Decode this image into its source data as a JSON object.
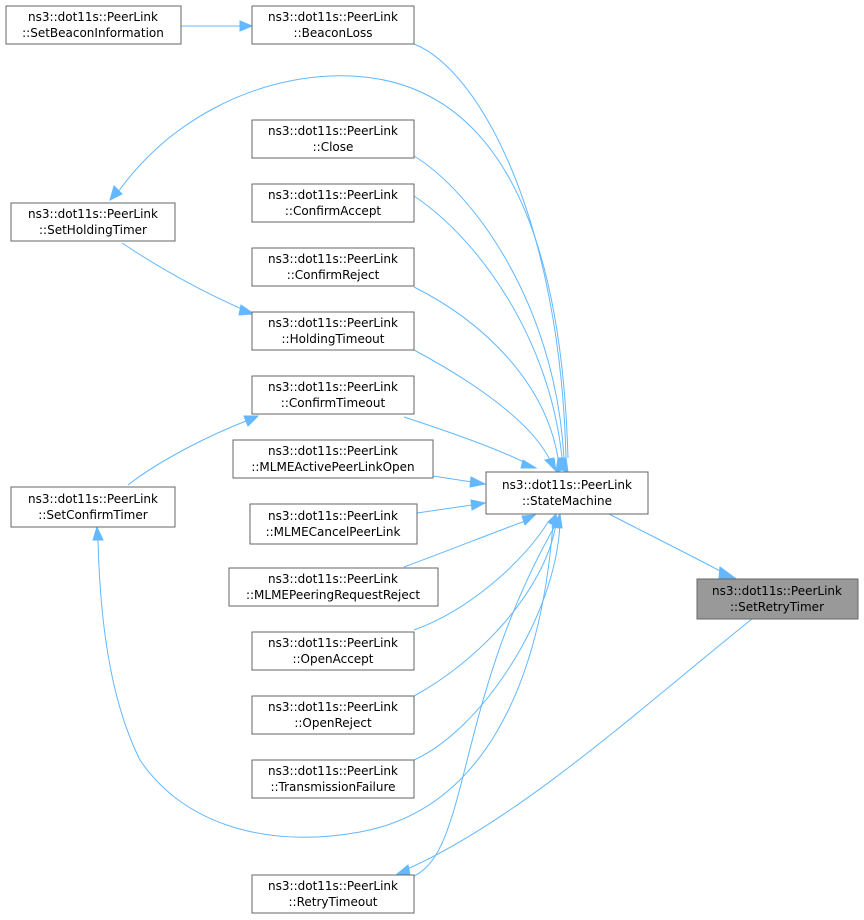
{
  "nodes": {
    "setBeaconInformation": [
      "ns3::dot11s::PeerLink",
      "::SetBeaconInformation"
    ],
    "beaconLoss": [
      "ns3::dot11s::PeerLink",
      "::BeaconLoss"
    ],
    "close": [
      "ns3::dot11s::PeerLink",
      "::Close"
    ],
    "confirmAccept": [
      "ns3::dot11s::PeerLink",
      "::ConfirmAccept"
    ],
    "confirmReject": [
      "ns3::dot11s::PeerLink",
      "::ConfirmReject"
    ],
    "setHoldingTimer": [
      "ns3::dot11s::PeerLink",
      "::SetHoldingTimer"
    ],
    "holdingTimeout": [
      "ns3::dot11s::PeerLink",
      "::HoldingTimeout"
    ],
    "confirmTimeout": [
      "ns3::dot11s::PeerLink",
      "::ConfirmTimeout"
    ],
    "mlmeActivePeerLinkOpen": [
      "ns3::dot11s::PeerLink",
      "::MLMEActivePeerLinkOpen"
    ],
    "stateMachine": [
      "ns3::dot11s::PeerLink",
      "::StateMachine"
    ],
    "setConfirmTimer": [
      "ns3::dot11s::PeerLink",
      "::SetConfirmTimer"
    ],
    "mlmeCancelPeerLink": [
      "ns3::dot11s::PeerLink",
      "::MLMECancelPeerLink"
    ],
    "mlmePeeringRequestReject": [
      "ns3::dot11s::PeerLink",
      "::MLMEPeeringRequestReject"
    ],
    "setRetryTimer": [
      "ns3::dot11s::PeerLink",
      "::SetRetryTimer"
    ],
    "openAccept": [
      "ns3::dot11s::PeerLink",
      "::OpenAccept"
    ],
    "openReject": [
      "ns3::dot11s::PeerLink",
      "::OpenReject"
    ],
    "transmissionFailure": [
      "ns3::dot11s::PeerLink",
      "::TransmissionFailure"
    ],
    "retryTimeout": [
      "ns3::dot11s::PeerLink",
      "::RetryTimeout"
    ]
  },
  "colors": {
    "edge": "#63b8ff",
    "node_border": "#666666",
    "node_fill": "#ffffff",
    "highlight_fill": "#999999"
  }
}
